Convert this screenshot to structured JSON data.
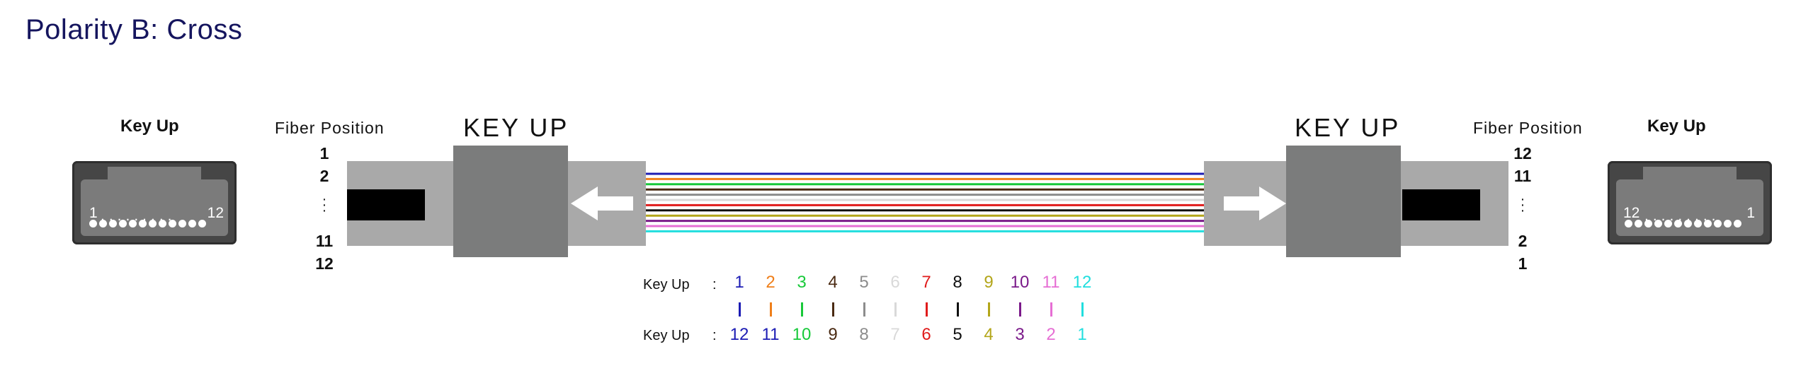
{
  "title": "Polarity B: Cross",
  "left": {
    "connector_caption": "Key Up",
    "fiber_position_label": "Fiber Position",
    "body_label": "KEY UP",
    "end_label_left": "1",
    "end_label_right": "12",
    "positions": [
      "1",
      "2",
      "11",
      "12"
    ]
  },
  "right": {
    "connector_caption": "Key Up",
    "fiber_position_label": "Fiber Position",
    "body_label": "KEY UP",
    "end_label_left": "12",
    "end_label_right": "1",
    "positions": [
      "12",
      "11",
      "2",
      "1"
    ]
  },
  "fiber_colors": [
    "#1c1cb4",
    "#ef7f1a",
    "#18c93a",
    "#4a2a12",
    "#8c8c8c",
    "#d9d9d9",
    "#e01b1b",
    "#101010",
    "#b3a61a",
    "#7b1a8a",
    "#e66ed4",
    "#21dede"
  ],
  "legend": {
    "row1_label": "Key Up",
    "row2_label": "Key Up",
    "colon": ":",
    "top": [
      "1",
      "2",
      "3",
      "4",
      "5",
      "6",
      "7",
      "8",
      "9",
      "10",
      "11",
      "12"
    ],
    "bottom": [
      "12",
      "11",
      "10",
      "9",
      "8",
      "7",
      "6",
      "5",
      "4",
      "3",
      "2",
      "1"
    ],
    "top_colors": [
      "#1c1cb4",
      "#ef7f1a",
      "#18c93a",
      "#4a2a12",
      "#8c8c8c",
      "#d9d9d9",
      "#e01b1b",
      "#101010",
      "#b3a61a",
      "#7b1a8a",
      "#e66ed4",
      "#21dede"
    ],
    "bottom_colors": [
      "#1c1cb4",
      "#1c1cb4",
      "#18c93a",
      "#4a2a12",
      "#8c8c8c",
      "#d9d9d9",
      "#e01b1b",
      "#101010",
      "#b3a61a",
      "#7b1a8a",
      "#e66ed4",
      "#21dede"
    ]
  }
}
